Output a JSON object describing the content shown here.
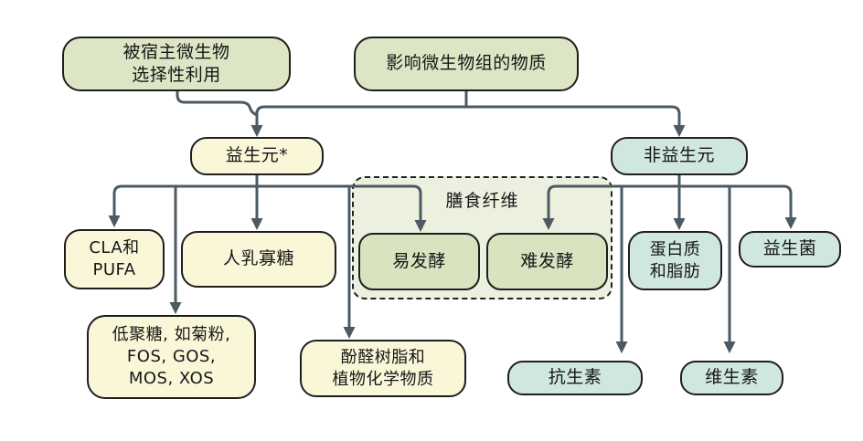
{
  "diagram": {
    "title_hint": "substances-affecting-the-microbiome flowchart",
    "nodes": {
      "host": {
        "line1": "被宿主微生物",
        "line2": "选择性利用"
      },
      "substances": {
        "label": "影响微生物组的物质"
      },
      "prebiotics": {
        "label": "益生元*"
      },
      "non_prebiotics": {
        "label": "非益生元"
      },
      "cla_pufa": {
        "line1": "CLA和",
        "line2": "PUFA"
      },
      "hmo": {
        "label": "人乳寡糖"
      },
      "dietary_fiber": {
        "label": "膳食纤维"
      },
      "fermentable": {
        "label": "易发酵"
      },
      "non_fermentable": {
        "label": "难发酵"
      },
      "protein_fat": {
        "line1": "蛋白质",
        "line2": "和脂肪"
      },
      "probiotics": {
        "label": "益生菌"
      },
      "oligosaccharides": {
        "line1": "低聚糖, 如菊粉,",
        "line2": "FOS, GOS,",
        "line3": "MOS, XOS"
      },
      "phenolics": {
        "line1": "酚醛树脂和",
        "line2": "植物化学物质"
      },
      "antibiotics": {
        "label": "抗生素"
      },
      "vitamins": {
        "label": "维生素"
      }
    },
    "edges": [
      {
        "from": "host",
        "to": "prebiotics"
      },
      {
        "from": "substances",
        "to": "prebiotics"
      },
      {
        "from": "substances",
        "to": "non_prebiotics"
      },
      {
        "from": "prebiotics",
        "to": "cla_pufa"
      },
      {
        "from": "prebiotics",
        "to": "oligosaccharides"
      },
      {
        "from": "prebiotics",
        "to": "hmo"
      },
      {
        "from": "prebiotics",
        "to": "phenolics"
      },
      {
        "from": "prebiotics",
        "to": "fermentable"
      },
      {
        "from": "non_prebiotics",
        "to": "non_fermentable"
      },
      {
        "from": "non_prebiotics",
        "to": "antibiotics"
      },
      {
        "from": "non_prebiotics",
        "to": "protein_fat"
      },
      {
        "from": "non_prebiotics",
        "to": "vitamins"
      },
      {
        "from": "non_prebiotics",
        "to": "probiotics"
      }
    ],
    "colors": {
      "greenFill": "#dce6c5",
      "yellowFill": "#faf7d9",
      "tealFill": "#d0e7e0",
      "fiberFill": "#ecf1df",
      "innerFill": "#d8e3c0",
      "arrow": "#4b5a63"
    }
  }
}
